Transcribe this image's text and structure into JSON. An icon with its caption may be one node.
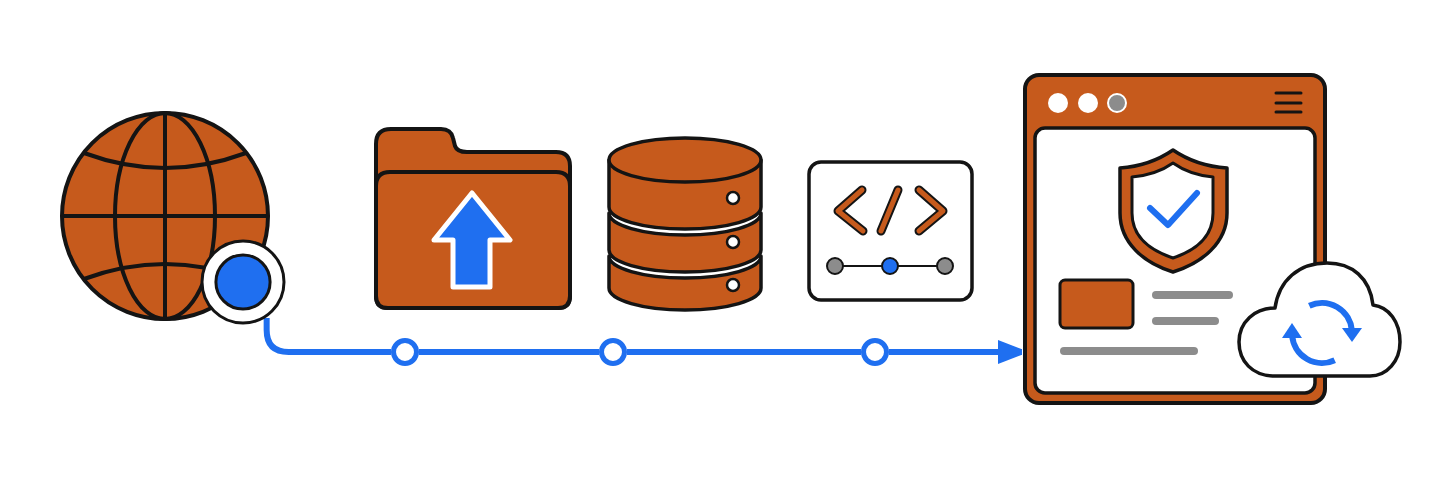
{
  "diagram": {
    "nodes": [
      {
        "text": [],
        "shape": "picture"
      },
      {
        "text": [],
        "shape": "circle"
      },
      {
        "text": [],
        "shape": "picture"
      },
      {
        "text": [],
        "shape": "circle"
      },
      {
        "text": [],
        "shape": "cylinder"
      },
      {
        "text": [],
        "shape": "circle"
      },
      {
        "text": [],
        "shape": "picture"
      },
      {
        "text": [],
        "shape": "circle"
      },
      {
        "text": [],
        "shape": "picture"
      },
      {
        "text": [],
        "shape": "picture"
      }
    ],
    "edges": [
      {
        "from": 1,
        "to": 3,
        "arrow": "none"
      },
      {
        "from": 3,
        "to": 5,
        "arrow": "none"
      },
      {
        "from": 5,
        "to": 7,
        "arrow": "none"
      },
      {
        "from": 7,
        "to": 8,
        "arrow": "to"
      }
    ]
  }
}
